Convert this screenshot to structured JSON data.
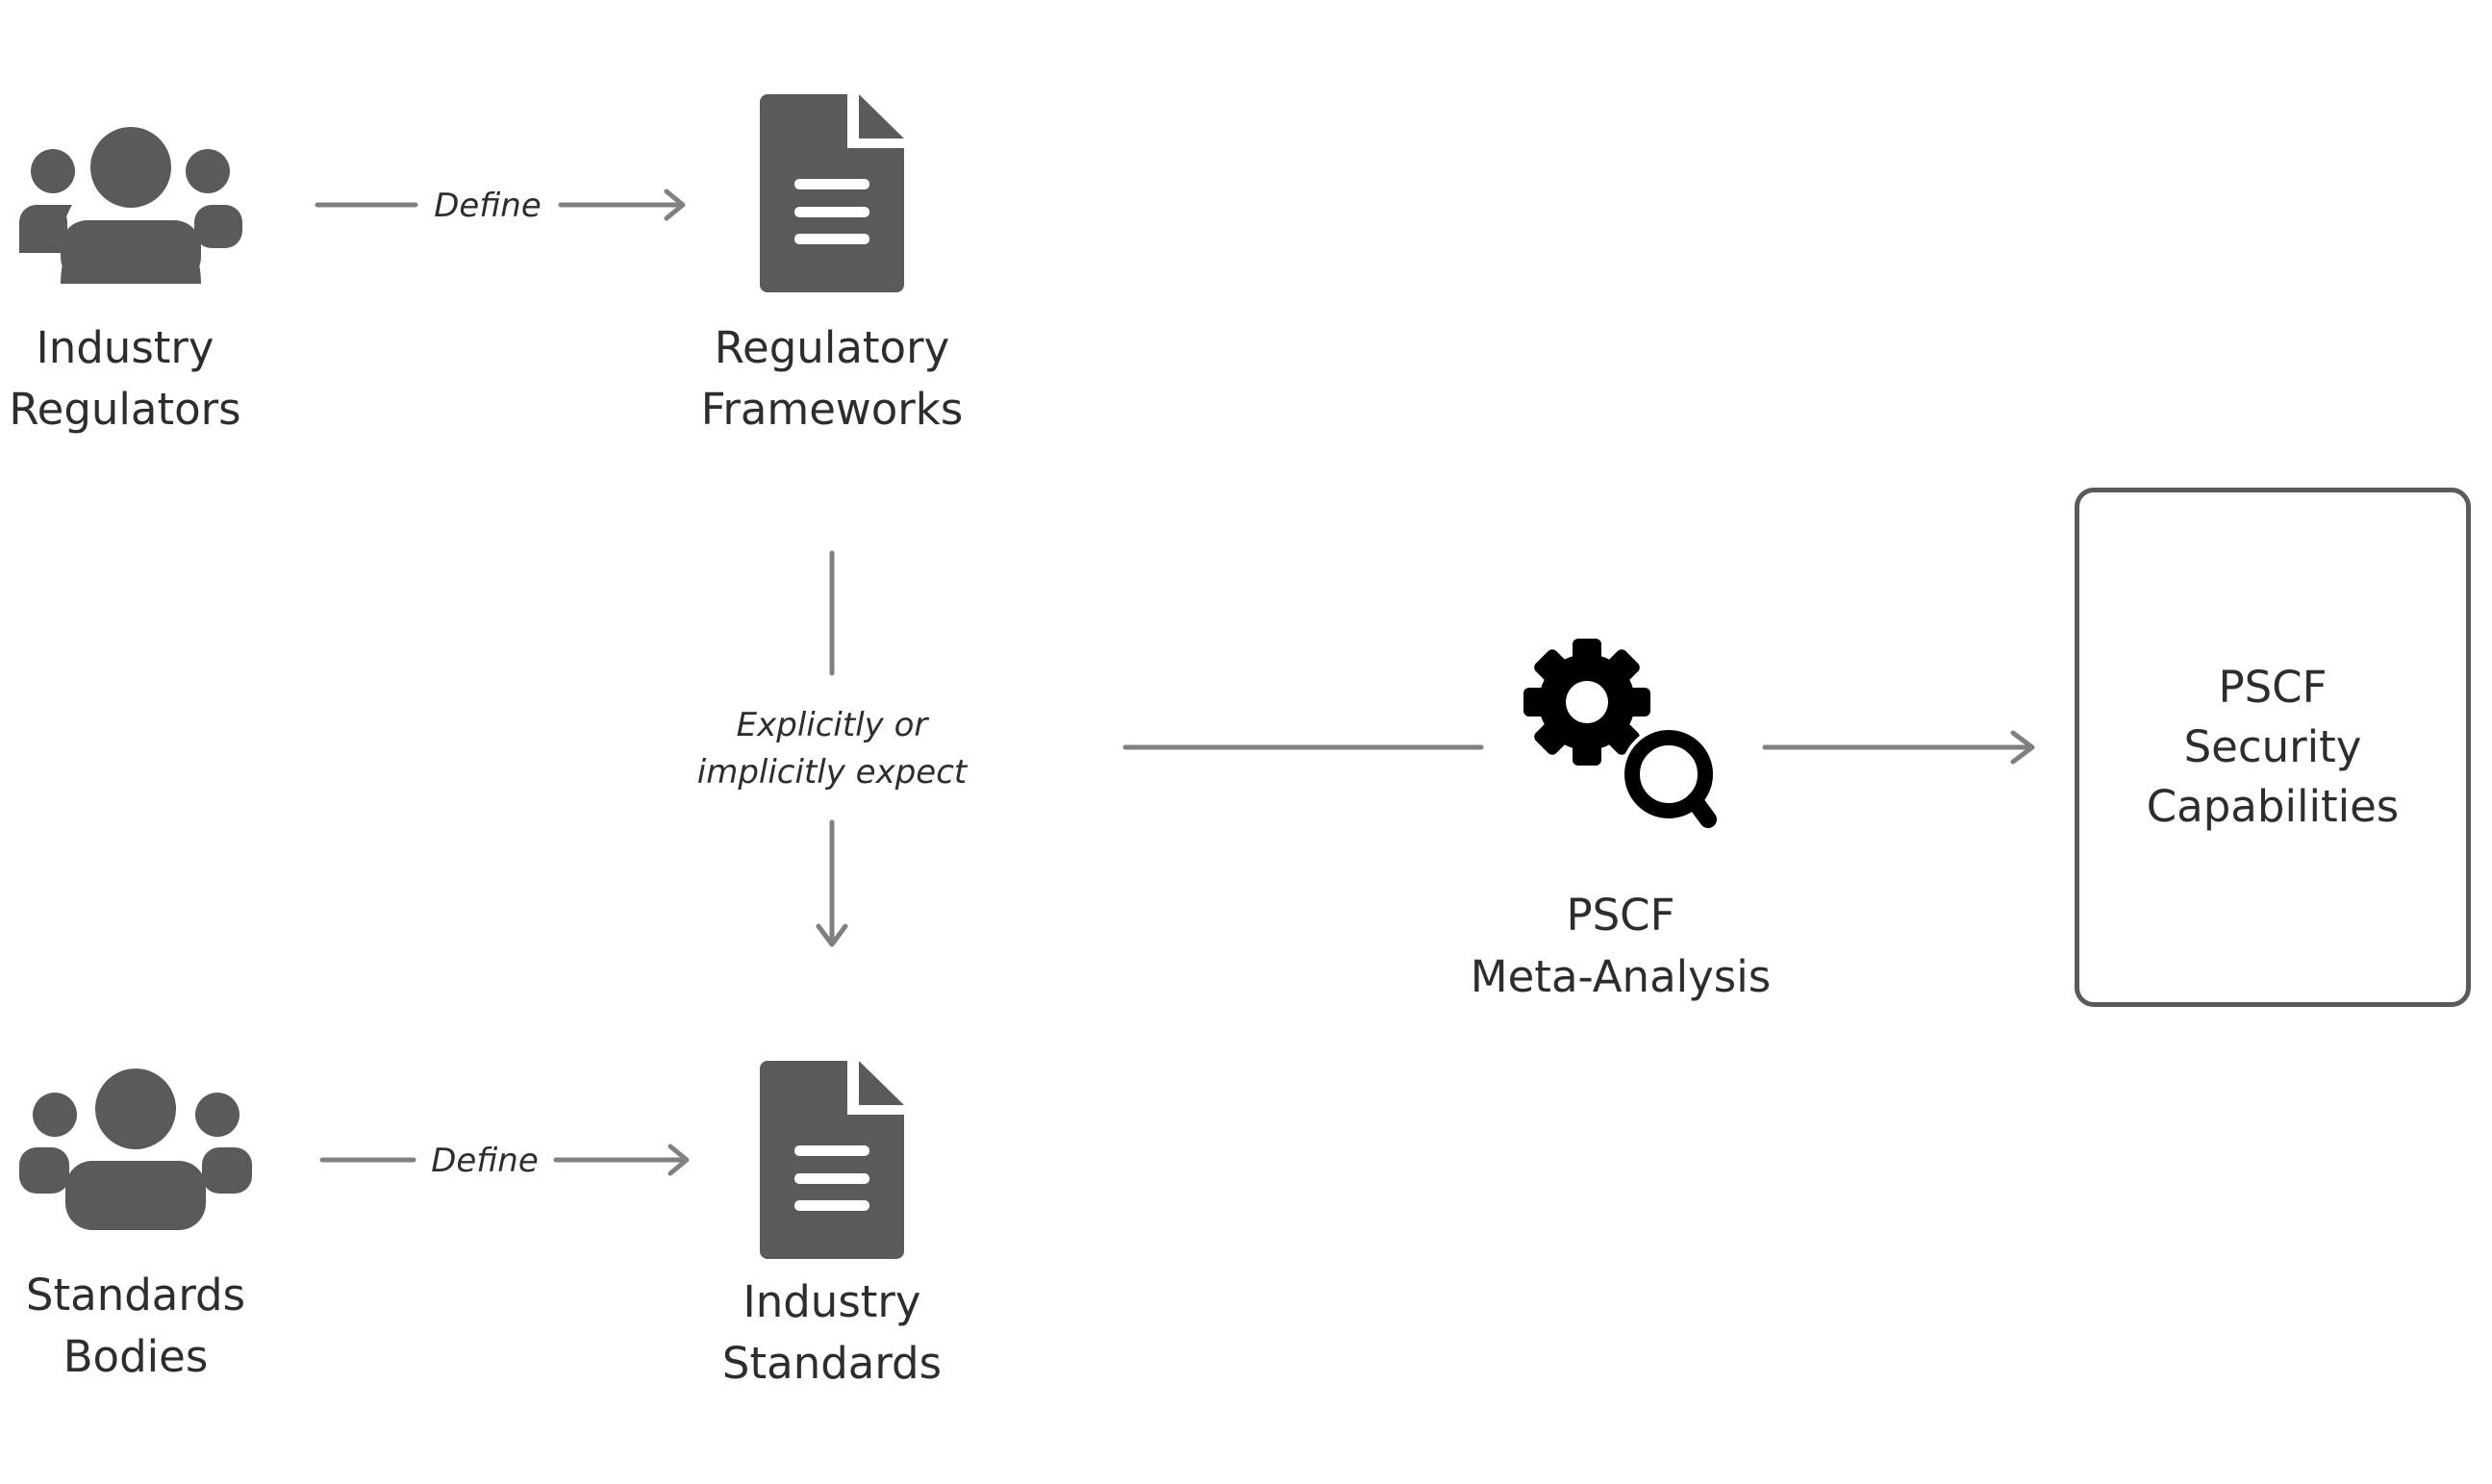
{
  "nodes": {
    "industry_regulators": {
      "lines": [
        "Industry",
        "Regulators"
      ],
      "icon": "people-group-icon"
    },
    "regulatory_frameworks": {
      "lines": [
        "Regulatory",
        "Frameworks"
      ],
      "icon": "document-icon"
    },
    "standards_bodies": {
      "lines": [
        "Standards",
        "Bodies"
      ],
      "icon": "people-group-icon"
    },
    "industry_standards": {
      "lines": [
        "Industry",
        "Standards"
      ],
      "icon": "document-icon"
    },
    "meta_analysis": {
      "lines": [
        "PSCF",
        "Meta-Analysis"
      ],
      "icon": "gear-search-icon"
    },
    "security_capabilities": {
      "lines": [
        "PSCF",
        "Security",
        "Capabilities"
      ]
    }
  },
  "edges": {
    "define_top": "Define",
    "define_bottom": "Define",
    "expect": [
      "Explicitly or",
      "implicitly expect"
    ]
  },
  "colors": {
    "icon": "#5a5a5a",
    "gear_icon": "#000000",
    "arrow": "#808080",
    "text": "#2d2d2d"
  }
}
